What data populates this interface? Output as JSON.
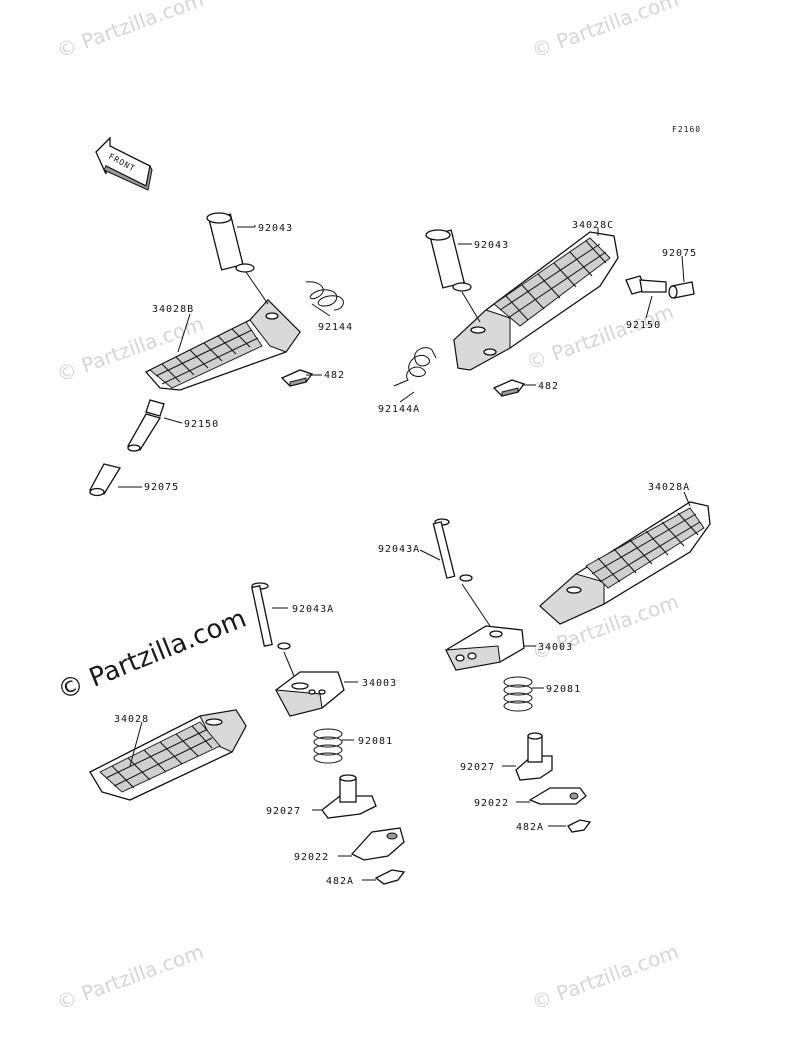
{
  "diagram_code": "F2160",
  "front_indicator": "FRONT",
  "watermark": {
    "small": "© Partzilla.com",
    "big": "© Partzilla.com"
  },
  "labels": {
    "l_92043_left": "92043",
    "l_34028B": "34028B",
    "l_92144": "92144",
    "l_482_left": "482",
    "l_92150_left": "92150",
    "l_92075_left": "92075",
    "l_92043_right": "92043",
    "l_34028C": "34028C",
    "l_92075_right": "92075",
    "l_92150_right": "92150",
    "l_92144A": "92144A",
    "l_482_right": "482",
    "l_34028A": "34028A",
    "l_92043A_right": "92043A",
    "l_34003_right": "34003",
    "l_92081_right": "92081",
    "l_92027_right": "92027",
    "l_92022_right": "92022",
    "l_482A_right": "482A",
    "l_92043A_left": "92043A",
    "l_34003_left": "34003",
    "l_34028": "34028",
    "l_92081_left": "92081",
    "l_92027_left": "92027",
    "l_92022_left": "92022",
    "l_482A_left": "482A"
  },
  "colors": {
    "line": "#111111",
    "watermark": "#d6d6d6",
    "shade": "#d9d9d9"
  }
}
